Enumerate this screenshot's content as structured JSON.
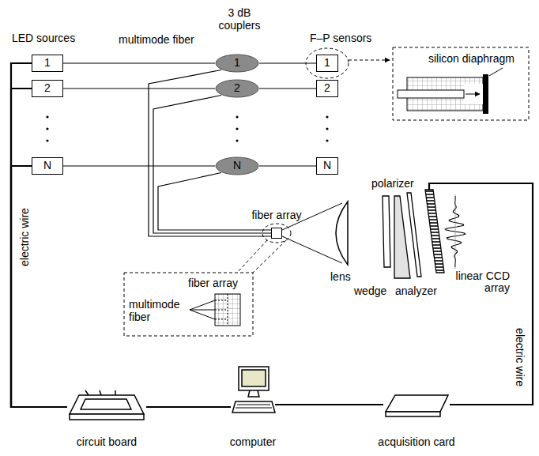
{
  "diagram": {
    "nodes": [
      {
        "text": [
          "1"
        ]
      },
      {
        "text": [
          "2"
        ]
      },
      {
        "text": [
          "N"
        ]
      },
      {
        "text": [
          "1"
        ]
      },
      {
        "text": [
          "2"
        ]
      },
      {
        "text": [
          "N"
        ]
      },
      {
        "text": [
          "1"
        ]
      },
      {
        "text": [
          "2"
        ]
      },
      {
        "text": [
          "N"
        ]
      },
      {
        "text": [
          "fiber array"
        ]
      },
      {
        "text": [
          "linear CCD array"
        ]
      },
      {
        "text": [
          "circuit board"
        ]
      },
      {
        "text": [
          "computer"
        ]
      },
      {
        "text": [
          "acquisition card"
        ]
      }
    ],
    "edges": [
      {
        "from": 0,
        "to": 3,
        "arrow": "none"
      },
      {
        "from": 1,
        "to": 4,
        "arrow": "none"
      },
      {
        "from": 2,
        "to": 5,
        "arrow": "none"
      },
      {
        "from": 3,
        "to": 6,
        "arrow": "none"
      },
      {
        "from": 4,
        "to": 7,
        "arrow": "none"
      },
      {
        "from": 5,
        "to": 8,
        "arrow": "none"
      },
      {
        "from": 3,
        "to": 9,
        "arrow": "none"
      },
      {
        "from": 4,
        "to": 9,
        "arrow": "none"
      },
      {
        "from": 5,
        "to": 9,
        "arrow": "none"
      },
      {
        "from": 11,
        "to": 0,
        "arrow": "none"
      },
      {
        "from": 11,
        "to": 1,
        "arrow": "none"
      },
      {
        "from": 11,
        "to": 2,
        "arrow": "none"
      },
      {
        "from": 11,
        "to": 12,
        "arrow": "none"
      },
      {
        "from": 12,
        "to": 13,
        "arrow": "none"
      },
      {
        "from": 13,
        "to": 10,
        "arrow": "none"
      }
    ],
    "labels": [
      "LED sources",
      "multimode fiber",
      "3 dB couplers",
      "F–P sensors",
      "silicon diaphragm",
      "multimode fiber",
      "fiber array",
      "lens",
      "polarizer",
      "wedge",
      "analyzer",
      "electric wire",
      "electric wire"
    ]
  }
}
